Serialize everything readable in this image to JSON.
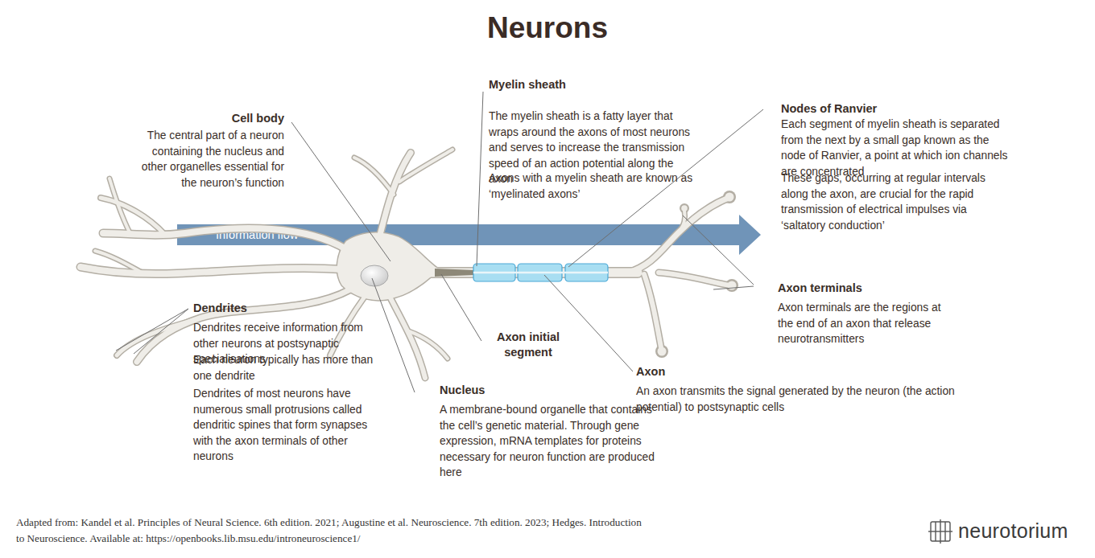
{
  "diagram": {
    "title": "Neurons",
    "nodes": [
      {
        "text": [
          "Information flow"
        ]
      }
    ],
    "labels": [
      "Cell body",
      "The central part of a neuron containing the nucleus and other organelles essential for the neuron’s function",
      "Myelin sheath",
      "The myelin sheath is a fatty layer that wraps around the axons of most neurons and serves to increase the transmission speed of an action potential along the axon",
      "Axons with a myelin sheath are known as ‘myelinated axons’",
      "Nodes of Ranvier",
      "Each segment of myelin sheath is separated from the next by a small gap known as the node of Ranvier, a point at which ion channels are concentrated",
      "These gaps, occurring at regular intervals along the axon, are crucial for the rapid transmission of electrical impulses via ‘saltatory conduction’",
      "Axon terminals",
      "Axon terminals are the regions at the end of an axon that release neurotransmitters",
      "Dendrites",
      "Dendrites receive information from other neurons at postsynaptic specialisations",
      "Each neuron typically has more than one dendrite",
      "Dendrites of most neurons have numerous small protrusions called dendritic spines that form synapses with the axon terminals of other neurons",
      "Axon initial segment",
      "Nucleus",
      "A membrane-bound organelle that contains the cell’s genetic material. Through gene expression, mRNA templates for proteins necessary for neuron function are produced here",
      "Axon",
      "An axon transmits the signal generated by the neuron (the action potential) to postsynaptic cells",
      "Adapted from: Kandel et al. Principles of Neural Science. 6th edition. 2021; Augustine et al. Neuroscience. 7th edition. 2023; Hedges. Introduction to Neuroscience. Available at: https://openbooks.lib.msu.edu/introneuroscience1/",
      "neurotorium"
    ]
  }
}
